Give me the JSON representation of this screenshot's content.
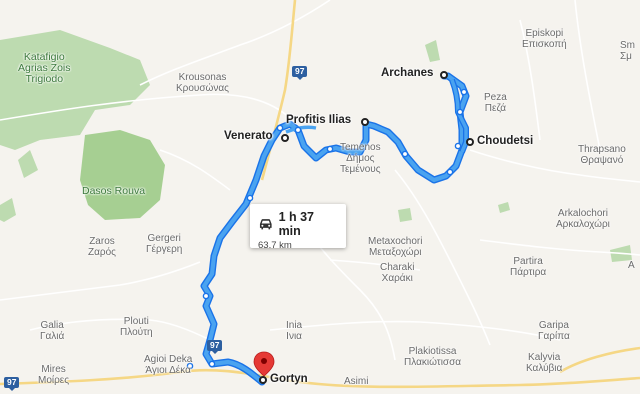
{
  "map": {
    "colors": {
      "route": "#1a73e8",
      "route_fill": "#4aa3f0",
      "green": "#a6cf92",
      "road_major": "#f5d785",
      "road_minor": "#ffffff",
      "pin": "#e53935"
    },
    "route_info": {
      "mode_icon": "car-icon",
      "duration": "1 h 37 min",
      "distance": "63.7 km"
    },
    "waypoints": [
      {
        "id": "archanes",
        "name": "Archanes"
      },
      {
        "id": "profitis-ilias",
        "name": "Profitis Ilias"
      },
      {
        "id": "venerato",
        "name": "Venerato"
      },
      {
        "id": "choudetsi",
        "name": "Choudetsi"
      },
      {
        "id": "gortyn",
        "name": "Gortyn"
      }
    ],
    "places": {
      "katafigio": [
        "Katafigio",
        "Agrias Zois",
        "Trigiodo"
      ],
      "krousonas": [
        "Krousonas",
        "Κρουσώνας"
      ],
      "episkopi": [
        "Episkopi",
        "Επισκοπή"
      ],
      "peza": [
        "Peza",
        "Πεζά"
      ],
      "temenos": [
        "Temenos",
        "Δήμος",
        "Τεμένους"
      ],
      "thrapsano": [
        "Thrapsano",
        "Θραψανό"
      ],
      "dasos": [
        "Dasos Rouva"
      ],
      "zaros": [
        "Zaros",
        "Ζαρός"
      ],
      "gergeri": [
        "Gergeri",
        "Γέργερη"
      ],
      "arkalochori": [
        "Arkalochori",
        "Αρκαλοχώρι"
      ],
      "metaxochori": [
        "Metaxochori",
        "Μεταξοχώρι"
      ],
      "charaki": [
        "Charaki",
        "Χαράκι"
      ],
      "partira": [
        "Partira",
        "Πάρτιρα"
      ],
      "galia": [
        "Galia",
        "Γαλιά"
      ],
      "plouti": [
        "Plouti",
        "Πλούτη"
      ],
      "inia": [
        "Inia",
        "Ινια"
      ],
      "garipa": [
        "Garipa",
        "Γαρίπα"
      ],
      "agioi": [
        "Agioi Deka",
        "Άγιοι Δέκα"
      ],
      "plakiotissa": [
        "Plakiotissa",
        "Πλακιώτισσα"
      ],
      "kalyvia": [
        "Kalyvia",
        "Καλύβια"
      ],
      "mires": [
        "Mires",
        "Μοίρες"
      ],
      "asimi": [
        "Asimi"
      ],
      "edge_sm": [
        "Sm",
        "Σμ"
      ],
      "edge_a": [
        "A"
      ]
    },
    "road_shields": {
      "r97_top": "97",
      "r97_mid": "97",
      "r97_left": "97"
    }
  }
}
